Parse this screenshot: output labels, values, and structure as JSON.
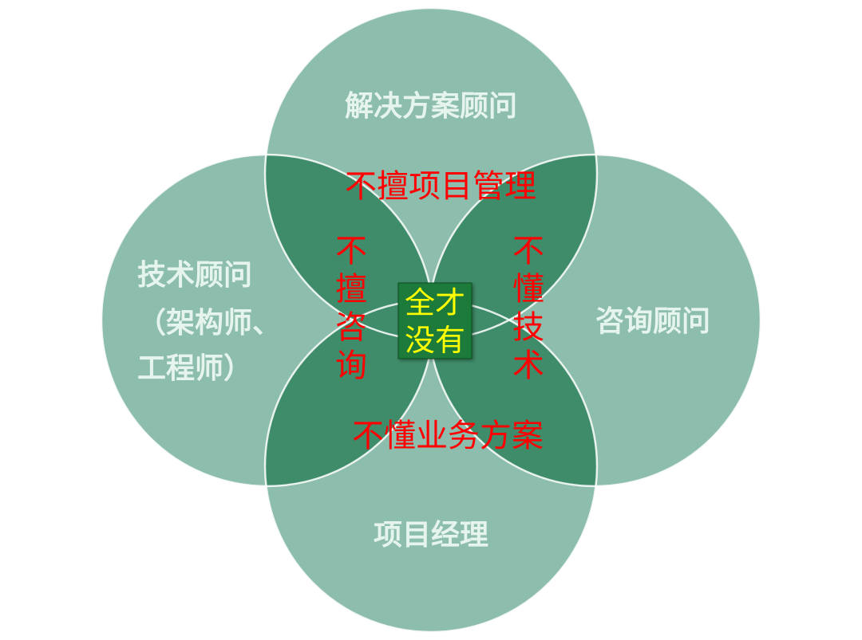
{
  "colors": {
    "circle_fill": "#79b29d",
    "overlap_fill": "#3f8c6a",
    "circle_stroke": "#ffffff",
    "circle_label": "#e6f4ee",
    "gap_text": "#ff0000",
    "center_box_fill": "#1a7a3a",
    "center_text": "#ffff00"
  },
  "circles": {
    "top": {
      "label": "解决方案顾问"
    },
    "left": {
      "lines": [
        "技术顾问",
        "（架构师、",
        "工程师）"
      ]
    },
    "right": {
      "label": "咨询顾问"
    },
    "bottom": {
      "label": "项目经理"
    }
  },
  "gaps": {
    "top": "不擅项目管理",
    "left": [
      "不",
      "擅",
      "咨",
      "询"
    ],
    "right": [
      "不",
      "懂",
      "技",
      "术"
    ],
    "bottom": "不懂业务方案"
  },
  "center": {
    "lines": [
      "全才",
      "没有"
    ]
  }
}
